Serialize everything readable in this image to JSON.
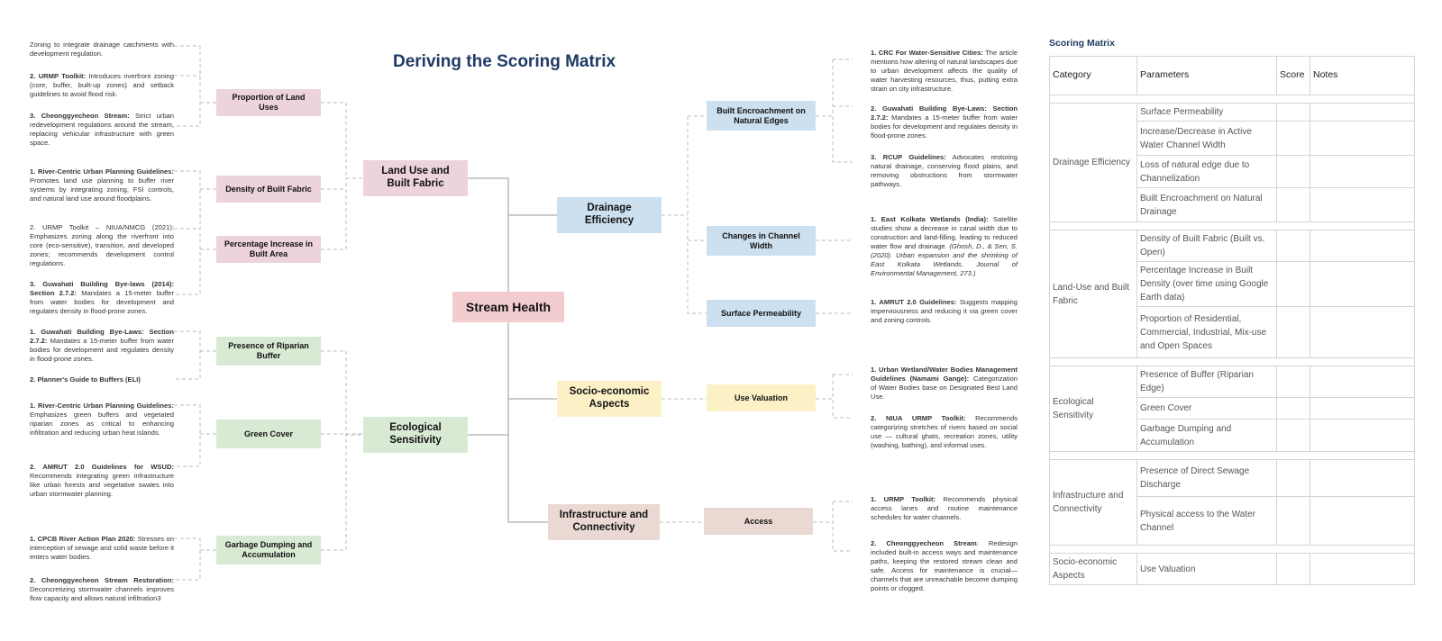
{
  "diagram": {
    "title": "Deriving the Scoring Matrix",
    "root": "Stream Health",
    "categories": {
      "land_use": "Land Use and Built Fabric",
      "ecological": "Ecological Sensitivity",
      "drainage": "Drainage Efficiency",
      "socio": "Socio-economic Aspects",
      "infra": "Infrastructure and Connectivity"
    },
    "parameters": {
      "proportion_land_uses": "Proportion of Land Uses",
      "density_built_fabric": "Density of Built Fabric",
      "pct_increase_built": "Percentage Increase in Built Area",
      "riparian_buffer": "Presence of Riparian Buffer",
      "green_cover": "Green Cover",
      "garbage_dumping": "Garbage Dumping and Accumulation",
      "built_encroachment": "Built Encroachment on Natural Edges",
      "channel_width": "Changes in Channel Width",
      "surface_permeability": "Surface Permeability",
      "use_valuation": "Use Valuation",
      "access": "Access"
    },
    "notes": {
      "n_left_1": {
        "b": "",
        "t": "Zoning to integrate drainage catchments with development regulation."
      },
      "n_left_2": {
        "b": "2. URMP Toolkit:",
        "t": " Introduces riverfront zoning (core, buffer, built-up zones) and setback guidelines to avoid flood risk."
      },
      "n_left_3": {
        "b": "3. Cheonggyecheon Stream:",
        "t": " Strict urban redevelopment regulations around the stream, replacing vehicular infrastructure with green space."
      },
      "n_left_4": {
        "b": "1. River-Centric Urban Planning Guidelines:",
        "t": " Promotes land use planning to buffer river systems by integrating zoning, FSI controls, and natural land use around floodplains."
      },
      "n_left_5": {
        "b": "",
        "t": "2. URMP Toolkit – NIUA/NMCG (2021): Emphasizes zoning along the riverfront into core (eco-sensitive), transition, and developed zones; recommends development control regulations."
      },
      "n_left_6": {
        "b": "3. Guwahati Building Bye-laws (2014): Section 2.7.2:",
        "t": " Mandates a 15-meter buffer from water bodies for development and regulates density in flood-prone zones."
      },
      "n_left_7": {
        "b": "1. Guwahati Building Bye-Laws: Section 2.7.2:",
        "t": " Mandates a 15-meter buffer from water bodies for development and regulates density in flood-prone zones."
      },
      "n_left_8": {
        "b": "2. Planner's Guide to Buffers (ELI)",
        "t": ""
      },
      "n_left_9": {
        "b": "1. River-Centric Urban Planning Guidelines:",
        "t": " Emphasizes green buffers and vegetated riparian zones as critical to enhancing infiltration and reducing urban heat islands."
      },
      "n_left_10": {
        "b": "2. AMRUT 2.0 Guidelines for WSUD:",
        "t": " Recommends integrating green infrastructure like urban forests and vegetative swales into urban stormwater planning."
      },
      "n_left_11": {
        "b": "1. CPCB River Action Plan 2020:",
        "t": " Stresses on interception of sewage and solid waste before it enters water bodies."
      },
      "n_left_12": {
        "b": "2. Cheonggyecheon Stream Restoration:",
        "t": " Deconcretizing stormwater channels improves flow capacity and allows natural infiltration3"
      },
      "n_right_1": {
        "b": "1. CRC For Water-Sensitive Cities:",
        "t": " The article mentions how altering of natural landscapes due to urban development affects the quality of water harvesting resources, thus, putting extra strain on city infrastructure."
      },
      "n_right_2": {
        "b": "2. Guwahati Building Bye-Laws: Section 2.7.2:",
        "t": " Mandates a 15-meter buffer from water bodies for development and regulates density in flood-prone zones."
      },
      "n_right_3": {
        "b": "3. RCUP Guidelines:",
        "t": " Advocates restoring natural drainage, conserving flood plains, and removing obstructions from stormwater pathways."
      },
      "n_right_4": {
        "b": "1. East Kolkata Wetlands (India):",
        "t": " Satellite studies show a decrease in canal width due to construction and land-filling, leading to reduced water flow and drainage. ",
        "i": "(Ghosh, D., & Sen, S. (2020). Urban expansion and the shrinking of East Kolkata Wetlands. Journal of Environmental Management, 273.)"
      },
      "n_right_5": {
        "b": "1. AMRUT 2.0 Guidelines:",
        "t": " Suggests mapping imperviousness and reducing it via green cover and zoning controls."
      },
      "n_right_6": {
        "b": "1. Urban Wetland/Water Bodies Management Guidelines (Namami Gange):",
        "t": " Categorization of Water Bodies base on Designated Best Land Use."
      },
      "n_right_7": {
        "b": "2. NIUA URMP Toolkit:",
        "t": " Recommends categorizing stretches of rivers based on social use — cultural ghats, recreation zones, utility (washing, bathing), and informal uses."
      },
      "n_right_8": {
        "b": "1. URMP Toolkit:",
        "t": " Recommends physical access lanes and routine maintenance schedules for water channels."
      },
      "n_right_9": {
        "b": "2. Cheonggyecheon Stream",
        "t": ": Redesign included built-in access ways and maintenance paths, keeping the restored stream clean and safe. Access for maintenance is crucial—channels that are unreachable become dumping points or clogged."
      }
    }
  },
  "matrix": {
    "title": "Scoring Matrix",
    "headers": [
      "Category",
      "Parameters",
      "Score",
      "Notes"
    ],
    "groups": [
      {
        "category": "Drainage Efficiency",
        "params": [
          "Surface Permeability",
          "Increase/Decrease in Active Water Channel Width",
          "Loss of natural edge due to Channelization",
          "Built Encroachment on Natural Drainage"
        ]
      },
      {
        "category": "Land-Use and Built Fabric",
        "params": [
          "Density of Built Fabric (Built vs. Open)",
          "Percentage Increase in Built Density (over time using Google Earth data)",
          "Proportion of Residential, Commercial, Industrial, Mix-use and Open Spaces"
        ]
      },
      {
        "category": "Ecological Sensitivity",
        "params": [
          "Presence of Buffer (Riparian Edge)",
          "Green Cover",
          "Garbage Dumping and Accumulation"
        ]
      },
      {
        "category": "Infrastructure and Connectivity",
        "params": [
          "Presence of Direct Sewage Discharge",
          "Physical access to the Water Channel"
        ]
      },
      {
        "category": "Socio-economic Aspects",
        "params": [
          "Use Valuation"
        ]
      }
    ]
  },
  "colors": {
    "land_use": "#ecd3dc",
    "root": "#f2cccf",
    "ecological": "#d9ead4",
    "drainage": "#cde0ef",
    "socio": "#fcf1c6",
    "infra": "#ead9d3",
    "title": "#1f3b64"
  }
}
